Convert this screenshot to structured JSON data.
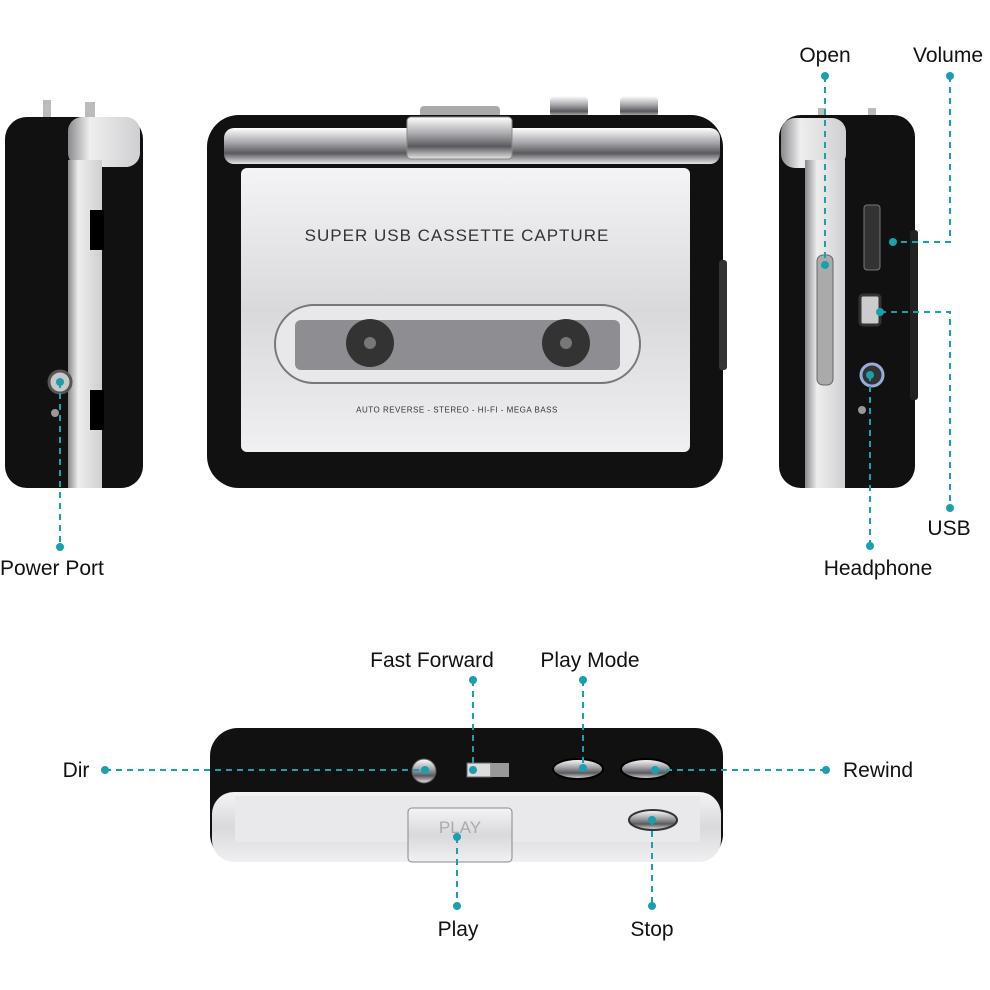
{
  "accent_color": "#1a9fad",
  "device": {
    "front_title": "SUPER USB CASSETTE CAPTURE",
    "front_subtitle": "AUTO REVERSE - STEREO - HI-FI - MEGA BASS",
    "play_button_text": "PLAY"
  },
  "callouts": {
    "power_port": "Power Port",
    "open": "Open",
    "volume": "Volume",
    "usb": "USB",
    "headphone": "Headphone",
    "fast_forward": "Fast Forward",
    "play_mode": "Play Mode",
    "dir": "Dir",
    "rewind": "Rewind",
    "play": "Play",
    "stop": "Stop"
  }
}
